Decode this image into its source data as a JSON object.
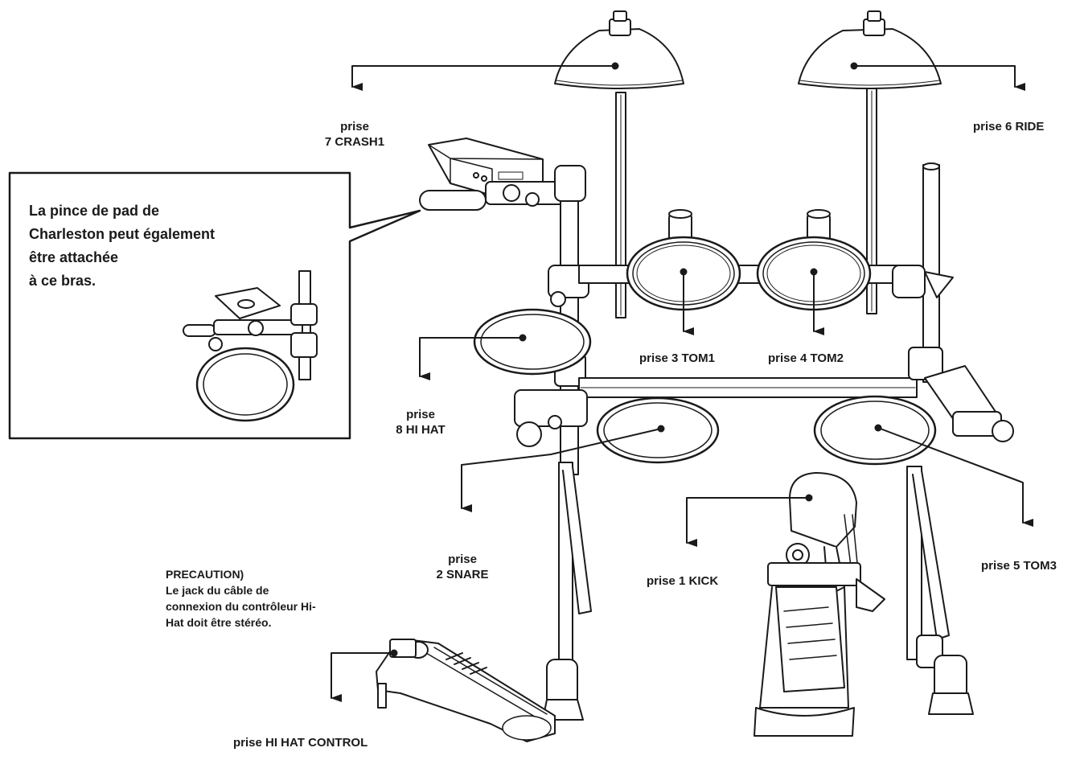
{
  "labels": {
    "crash": {
      "line1": "prise",
      "line2": "7 CRASH1"
    },
    "ride": "prise 6 RIDE",
    "tom1": "prise 3 TOM1",
    "tom2": "prise 4 TOM2",
    "hihat": {
      "line1": "prise",
      "line2": "8 HI HAT"
    },
    "snare": {
      "line1": "prise",
      "line2": "2 SNARE"
    },
    "kick": "prise 1 KICK",
    "tom3": "prise 5 TOM3",
    "hihat_control": "prise HI HAT CONTROL"
  },
  "callout": {
    "lines": [
      "La pince de pad de",
      "Charleston peut également",
      "être attachée",
      "à ce bras."
    ]
  },
  "warning": {
    "lines": [
      "PRECAUTION)",
      "Le jack du câble de",
      "connexion du contrôleur Hi-",
      "Hat doit être stéréo."
    ]
  },
  "colors": {
    "ink": "#1a1a1a",
    "background": "#ffffff"
  }
}
